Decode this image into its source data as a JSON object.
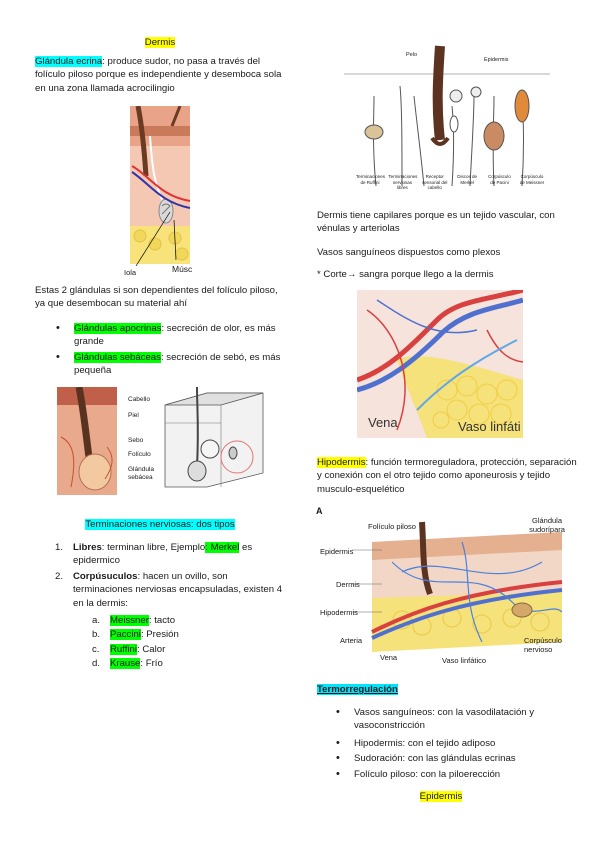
{
  "left": {
    "title": "Dermis",
    "eccrine_label": "Glándula ecrina",
    "eccrine_text": ": produce sudor, no pasa a través del folículo piloso porque es independiente y desemboca sola en una zona llamada acrocilingio",
    "fig1_labels": {
      "a": "Iola",
      "b": "Músc"
    },
    "glands_intro": "Estas 2 glándulas si son dependientes del folículo piloso, ya que desembocan su material ahí",
    "glands": [
      {
        "label": "Glándulas apocrinas",
        "text": ": secreción de olor, es más grande"
      },
      {
        "label": "Glándulas sebáceas",
        "text": ": secreción de sebó, es más pequeña"
      }
    ],
    "fig2_labels": [
      "Cabello",
      "Piel",
      "Sebo",
      "Folículo",
      "Glándula sebácea"
    ],
    "nerve_title": "Terminaciones nerviosas: dos tipos",
    "nerve_types": [
      {
        "num": "1.",
        "label": "Libres",
        "text": ": terminan libre, Ejemplo",
        "example": ": Merkel",
        "tail": " es epidermico"
      },
      {
        "num": "2.",
        "label": "Corpúsuculos",
        "text": ": hacen un ovillo, son terminaciones nerviosas encapsuladas, existen 4 en la dermis:"
      }
    ],
    "corpuscles": [
      {
        "letter": "a.",
        "name": "Meissner",
        "desc": ": tacto"
      },
      {
        "letter": "b.",
        "name": "Paccini",
        "desc": ": Presión"
      },
      {
        "letter": "c.",
        "name": "Ruffini",
        "desc": ": Calor"
      },
      {
        "letter": "d.",
        "name": "Krause",
        "desc": ": Frío"
      }
    ]
  },
  "right": {
    "fig3_labels": {
      "pelo": "Pelo",
      "epidermis": "Epidermis",
      "captions": [
        "Terminaciones de Ruffini",
        "Terminaciones nerviosas libres",
        "Receptor sensorial del cabello",
        "Discos de Merkel",
        "Corpúsculo de Pacini",
        "Corpúsculo de Meissner"
      ]
    },
    "capillaries": "Dermis tiene capilares porque es un tejido vascular, con vénulas y arteriolas",
    "plexus": "Vasos sanguíneos dispuestos como plexos",
    "cut_note": "* Corte→ sangra porque llego a la dermis",
    "fig4_labels": {
      "vena": "Vena",
      "vaso": "Vaso linfáti"
    },
    "hypo_label": "Hipodermis",
    "hypo_text": ": función termoreguladora, protección, separación y conexión con el otro tejido como aponeurosis y tejido musculo-esquelético",
    "fig5_labels": {
      "letter": "A",
      "foliculo": "Folículo piloso",
      "glandula": "Glándula sudorípara",
      "epidermis": "Epidermis",
      "dermis": "Dermis",
      "hipodermis": "Hipodermis",
      "arteria": "Arteria",
      "vena": "Vena",
      "vaso": "Vaso linfático",
      "corpusculo": "Corpúsculo nervioso"
    },
    "thermo_title": "Termorregulación",
    "thermo_items": [
      "Vasos sanguíneos: con la vasodilatación y vasoconstricción",
      "Hipodermis: con el tejido adiposo",
      "Sudoración: con las glándulas ecrinas",
      "Folículo piloso: con la piloerección"
    ],
    "epidermis_title": "Epidermis"
  },
  "colors": {
    "yellow_highlight": "#ffff00",
    "cyan_highlight": "#00ffff",
    "green_highlight": "#00ff00"
  }
}
